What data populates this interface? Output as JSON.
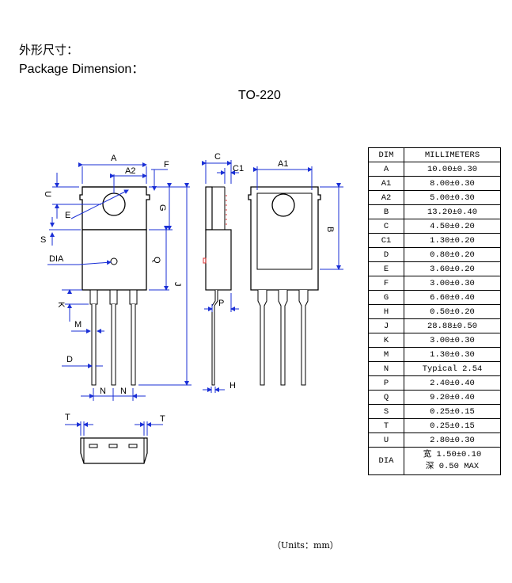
{
  "heading": {
    "cn": "外形尺寸：",
    "en": "Package Dimension："
  },
  "package": "TO-220",
  "units": "（Units：mm）",
  "labels": {
    "A": "A",
    "A1": "A1",
    "A2": "A2",
    "B": "B",
    "C": "C",
    "C1": "C1",
    "D": "D",
    "E": "E",
    "F": "F",
    "G": "G",
    "H": "H",
    "J": "J",
    "K": "K",
    "M": "M",
    "N": "N",
    "P": "P",
    "Q": "Q",
    "S": "S",
    "T": "T",
    "U": "U",
    "DIA": "DIA"
  },
  "table": {
    "header": [
      "DIM",
      "MILLIMETERS"
    ],
    "rows": [
      {
        "dim": "A",
        "value": "10.00±0.30"
      },
      {
        "dim": "A1",
        "value": "8.00±0.30"
      },
      {
        "dim": "A2",
        "value": "5.00±0.30"
      },
      {
        "dim": "B",
        "value": "13.20±0.40"
      },
      {
        "dim": "C",
        "value": "4.50±0.20"
      },
      {
        "dim": "C1",
        "value": "1.30±0.20"
      },
      {
        "dim": "D",
        "value": "0.80±0.20"
      },
      {
        "dim": "E",
        "value": "3.60±0.20"
      },
      {
        "dim": "F",
        "value": "3.00±0.30"
      },
      {
        "dim": "G",
        "value": "6.60±0.40"
      },
      {
        "dim": "H",
        "value": "0.50±0.20"
      },
      {
        "dim": "J",
        "value": "28.88±0.50"
      },
      {
        "dim": "K",
        "value": "3.00±0.30"
      },
      {
        "dim": "M",
        "value": "1.30±0.30"
      },
      {
        "dim": "N",
        "value": "Typical 2.54"
      },
      {
        "dim": "P",
        "value": "2.40±0.40"
      },
      {
        "dim": "Q",
        "value": "9.20±0.40"
      },
      {
        "dim": "S",
        "value": "0.25±0.15"
      },
      {
        "dim": "T",
        "value": "0.25±0.15"
      },
      {
        "dim": "U",
        "value": "2.80±0.30"
      }
    ],
    "dia": {
      "dim": "DIA",
      "line1": "宽 1.50±0.10",
      "line2": "深 0.50 MAX"
    }
  }
}
